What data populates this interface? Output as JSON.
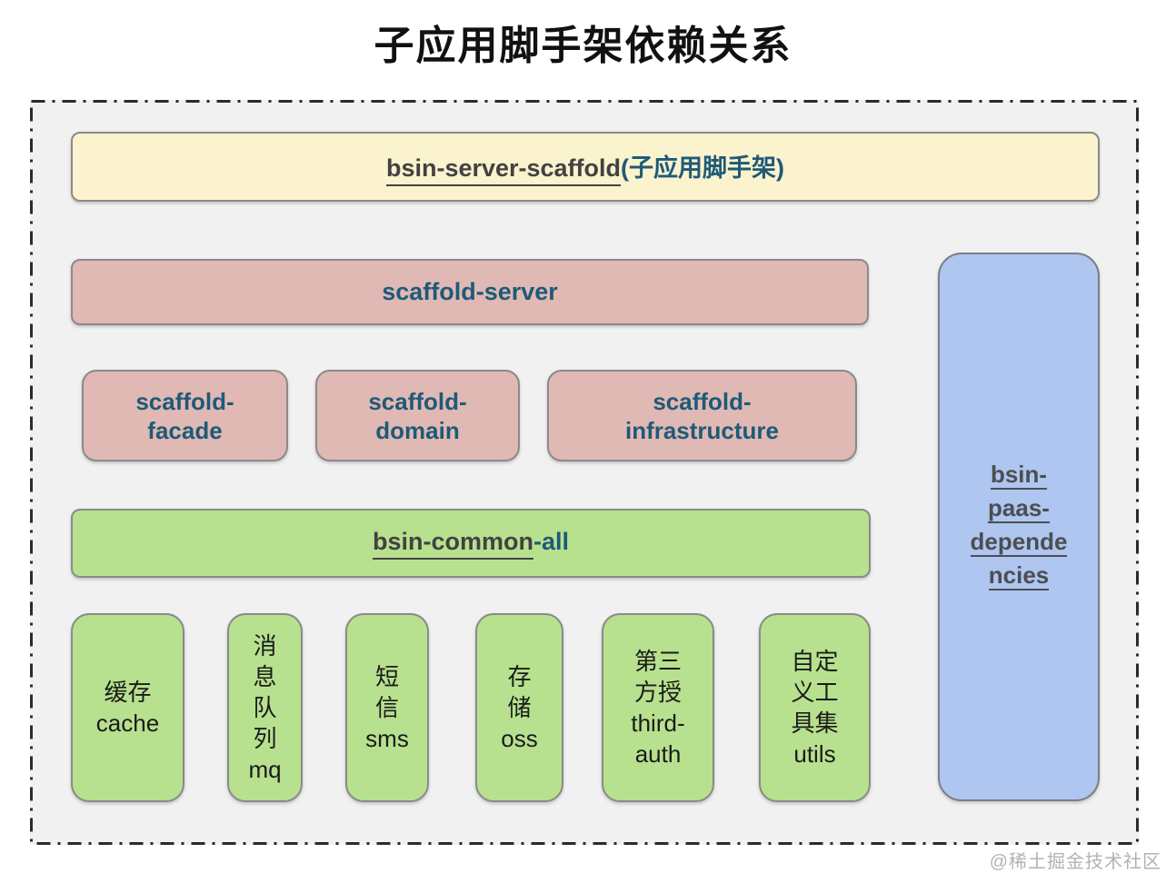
{
  "title": "子应用脚手架依赖关系",
  "watermark": "@稀土掘金技术社区",
  "root_box": {
    "name": "bsin-server-scaffold",
    "annotation": "(子应用脚手架)"
  },
  "server_box": {
    "label": "scaffold-server"
  },
  "layer_boxes": [
    {
      "line1": "scaffold-",
      "line2": "facade"
    },
    {
      "line1": "scaffold-",
      "line2": "domain"
    },
    {
      "line1": "scaffold-",
      "line2": "infrastructure"
    }
  ],
  "common_box": {
    "name": "bsin-common",
    "suffix": "-all"
  },
  "capability_boxes": [
    {
      "id": "cache",
      "lines": [
        "缓存",
        "cache"
      ]
    },
    {
      "id": "mq",
      "lines": [
        "消",
        "息",
        "队",
        "列",
        "mq"
      ]
    },
    {
      "id": "sms",
      "lines": [
        "短",
        "信",
        "sms"
      ]
    },
    {
      "id": "oss",
      "lines": [
        "存",
        "储",
        "oss"
      ]
    },
    {
      "id": "third-auth",
      "lines": [
        "第三",
        "方授",
        "third-",
        "auth"
      ]
    },
    {
      "id": "utils",
      "lines": [
        "自定",
        "义工",
        "具集",
        "utils"
      ]
    }
  ],
  "dependencies_box": {
    "lines": [
      "bsin-",
      "paas-",
      "depende",
      "ncies"
    ]
  },
  "colors": {
    "panel_background": "#f1f1f2",
    "root_fill": "#fbf2ce",
    "server_fill": "#e0b8b4",
    "common_fill": "#b7e18e",
    "dependencies_fill": "#aec6f0",
    "teal_text": "#1e5a78",
    "gray_text": "#424242",
    "box_border": "#8a8a8a",
    "frame_border": "#2b2b2b"
  }
}
